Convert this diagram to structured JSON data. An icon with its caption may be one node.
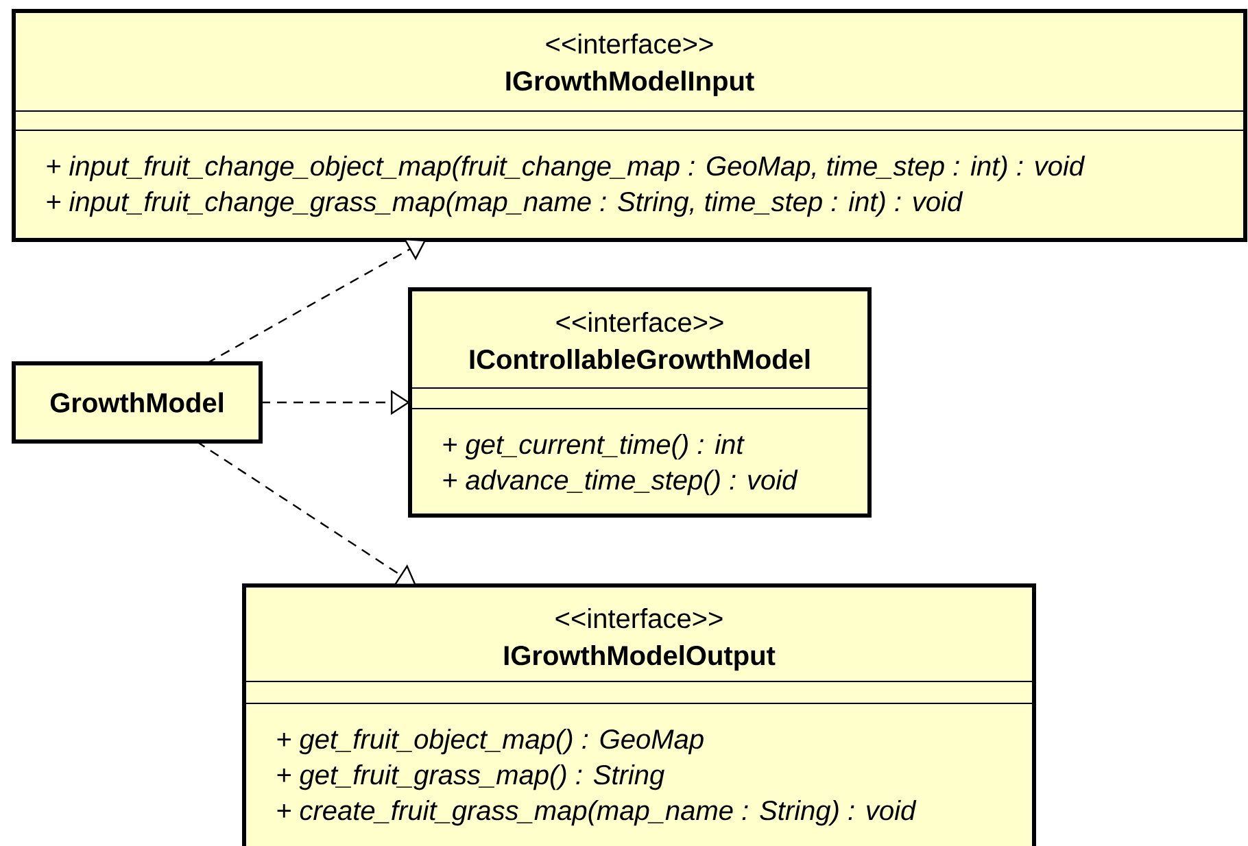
{
  "diagram": {
    "nodes": [
      {
        "text": [
          "<<interface>>",
          "IGrowthModelInput",
          "+ input_fruit_change_object_map(fruit_change_map : GeoMap, time_step : int) : void",
          "+ input_fruit_change_grass_map(map_name : String, time_step : int) : void"
        ]
      },
      {
        "text": [
          "GrowthModel"
        ]
      },
      {
        "text": [
          "<<interface>>",
          "IControllableGrowthModel",
          "+ get_current_time() : int",
          "+ advance_time_step() : void"
        ]
      },
      {
        "text": [
          "<<interface>>",
          "IGrowthModelOutput",
          "+ get_fruit_object_map() : GeoMap",
          "+ get_fruit_grass_map() : String",
          "+ create_fruit_grass_map(map_name : String) : void"
        ]
      }
    ],
    "edges": [
      {
        "from": 1,
        "to": 0,
        "arrow": "to",
        "style": "dashed"
      },
      {
        "from": 1,
        "to": 2,
        "arrow": "to",
        "style": "dashed"
      },
      {
        "from": 1,
        "to": 3,
        "arrow": "to",
        "style": "dashed"
      }
    ]
  }
}
